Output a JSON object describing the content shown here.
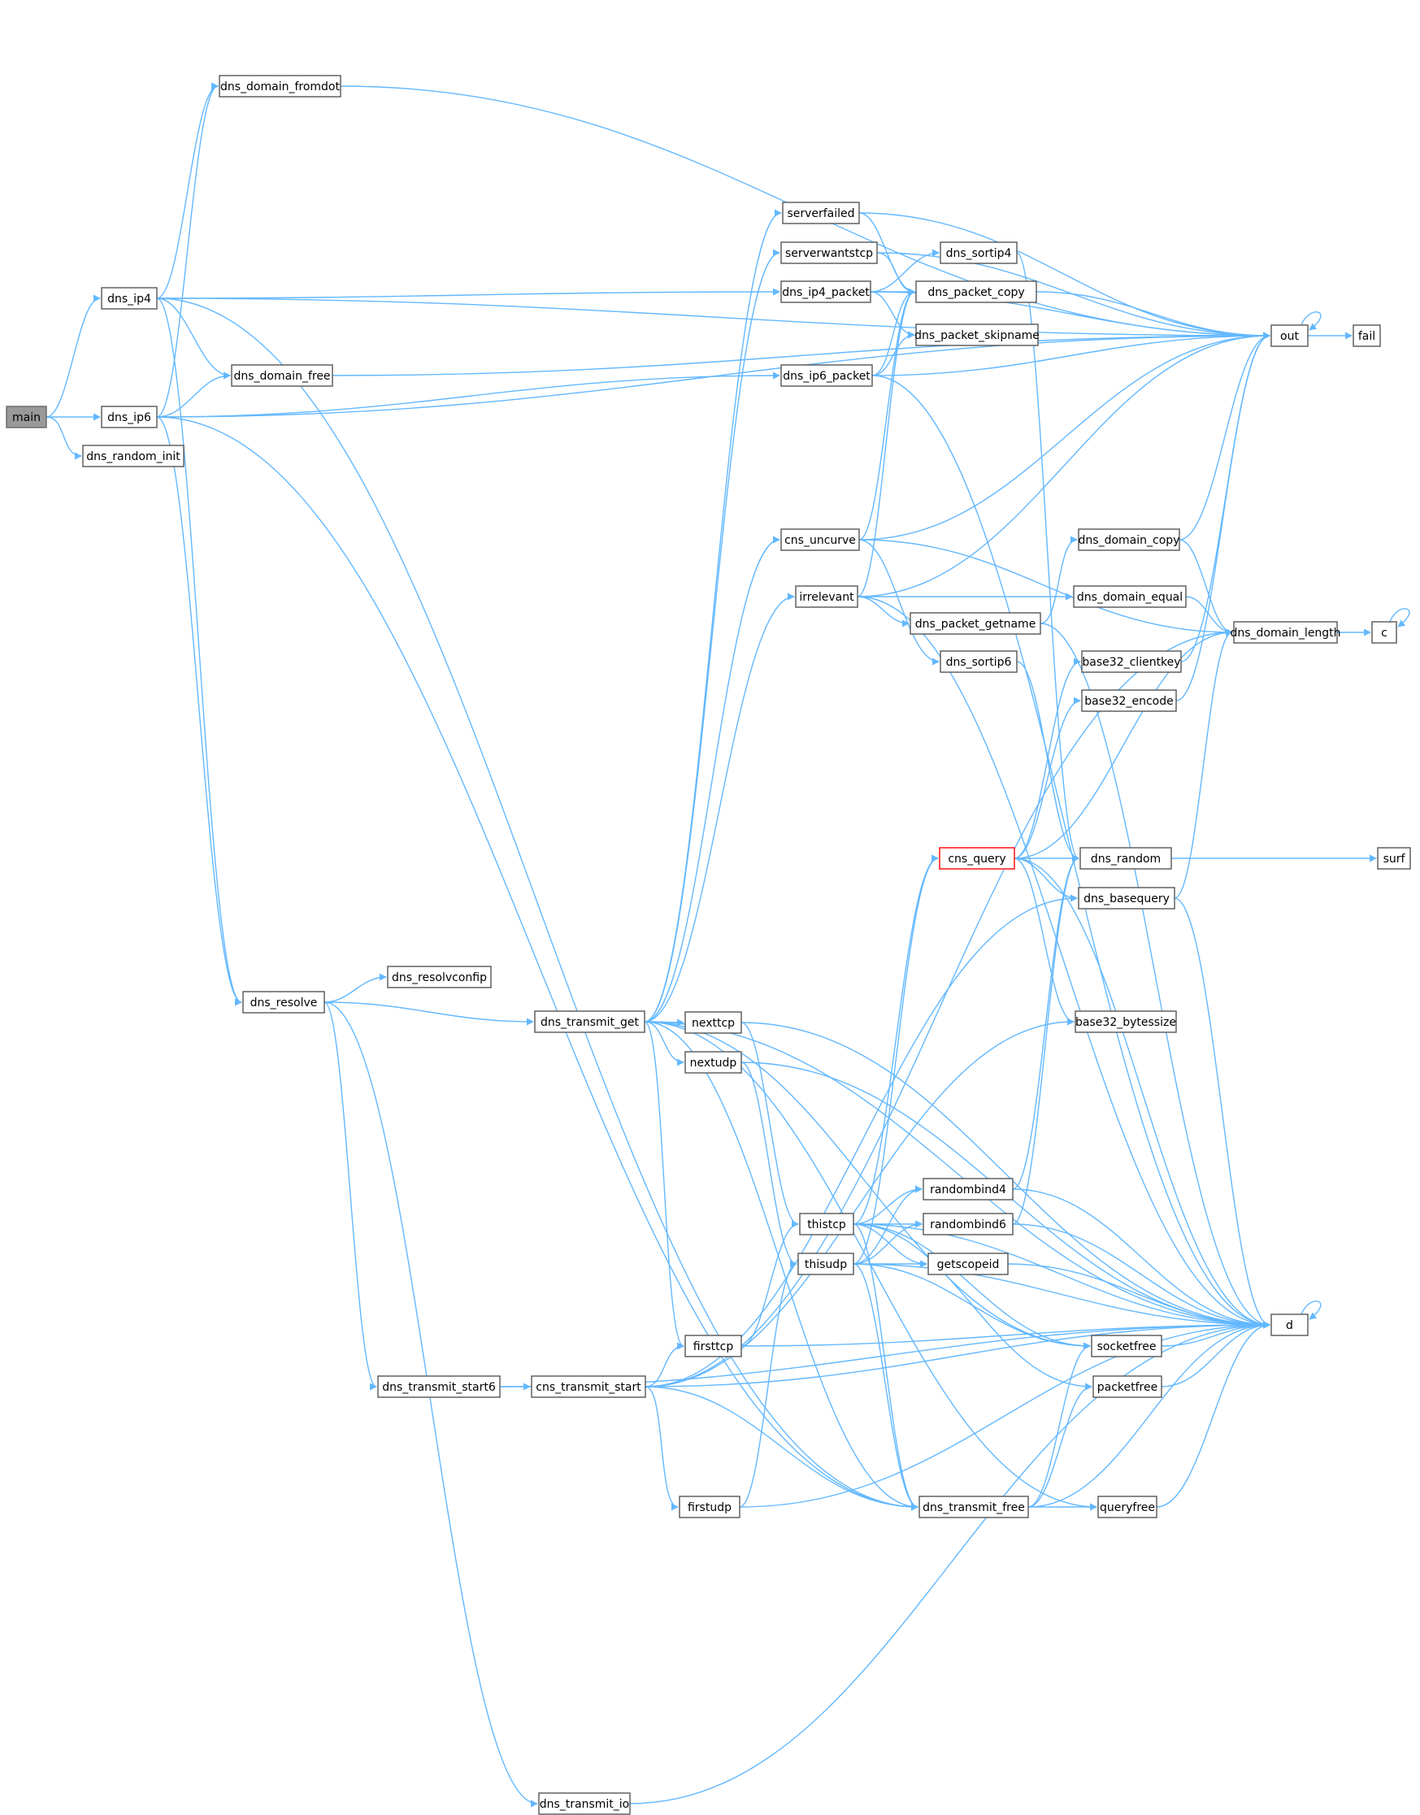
{
  "diagram": {
    "colors": {
      "edge": "#63b8ff",
      "node_border": "#555555",
      "root_fill": "#999999",
      "highlight_border": "#ff0000"
    },
    "root": "main",
    "highlighted": "cns_query",
    "nodes": [
      "main",
      "dns_ip4",
      "dns_ip6",
      "dns_random_init",
      "dns_domain_fromdot",
      "dns_domain_free",
      "dns_resolve",
      "dns_resolvconfip",
      "dns_transmit_start6",
      "dns_transmit_io",
      "dns_transmit_get",
      "cns_transmit_start",
      "serverfailed",
      "serverwantstcp",
      "dns_ip4_packet",
      "dns_ip6_packet",
      "cns_uncurve",
      "irrelevant",
      "nexttcp",
      "nextudp",
      "thistcp",
      "thisudp",
      "firsttcp",
      "firstudp",
      "dns_sortip4",
      "dns_packet_copy",
      "dns_packet_skipname",
      "dns_domain_copy",
      "dns_domain_equal",
      "dns_packet_getname",
      "dns_sortip6",
      "cns_query",
      "randombind4",
      "randombind6",
      "getscopeid",
      "dns_transmit_free",
      "base32_clientkey",
      "base32_encode",
      "dns_random",
      "dns_basequery",
      "base32_bytessize",
      "socketfree",
      "packetfree",
      "queryfree",
      "out",
      "fail",
      "dns_domain_length",
      "c",
      "surf",
      "d"
    ],
    "edges": [
      [
        "main",
        "dns_ip4"
      ],
      [
        "main",
        "dns_ip6"
      ],
      [
        "main",
        "dns_random_init"
      ],
      [
        "dns_ip4",
        "out"
      ],
      [
        "dns_ip4",
        "dns_domain_fromdot"
      ],
      [
        "dns_ip4",
        "dns_ip4_packet"
      ],
      [
        "dns_ip4",
        "dns_domain_free"
      ],
      [
        "dns_ip4",
        "dns_transmit_free"
      ],
      [
        "dns_ip4",
        "dns_resolve"
      ],
      [
        "dns_ip6",
        "dns_domain_fromdot"
      ],
      [
        "dns_ip6",
        "dns_domain_free"
      ],
      [
        "dns_ip6",
        "dns_ip6_packet"
      ],
      [
        "dns_ip6",
        "out"
      ],
      [
        "dns_ip6",
        "dns_resolve"
      ],
      [
        "dns_ip6",
        "dns_transmit_free"
      ],
      [
        "dns_domain_fromdot",
        "out"
      ],
      [
        "dns_domain_free",
        "out"
      ],
      [
        "dns_resolve",
        "dns_resolvconfip"
      ],
      [
        "dns_resolve",
        "dns_transmit_get"
      ],
      [
        "dns_resolve",
        "dns_transmit_start6"
      ],
      [
        "dns_resolve",
        "dns_transmit_io"
      ],
      [
        "dns_transmit_start6",
        "cns_transmit_start"
      ],
      [
        "dns_transmit_start6",
        "d"
      ],
      [
        "dns_transmit_io",
        "d"
      ],
      [
        "dns_transmit_get",
        "serverfailed"
      ],
      [
        "dns_transmit_get",
        "serverwantstcp"
      ],
      [
        "dns_transmit_get",
        "cns_uncurve"
      ],
      [
        "dns_transmit_get",
        "irrelevant"
      ],
      [
        "dns_transmit_get",
        "nexttcp"
      ],
      [
        "dns_transmit_get",
        "nextudp"
      ],
      [
        "dns_transmit_get",
        "firsttcp"
      ],
      [
        "dns_transmit_get",
        "dns_transmit_free"
      ],
      [
        "dns_transmit_get",
        "socketfree"
      ],
      [
        "dns_transmit_get",
        "queryfree"
      ],
      [
        "dns_transmit_get",
        "d"
      ],
      [
        "cns_transmit_start",
        "dns_domain_length"
      ],
      [
        "cns_transmit_start",
        "dns_basequery"
      ],
      [
        "cns_transmit_start",
        "base32_bytessize"
      ],
      [
        "cns_transmit_start",
        "firsttcp"
      ],
      [
        "cns_transmit_start",
        "firstudp"
      ],
      [
        "cns_transmit_start",
        "dns_transmit_free"
      ],
      [
        "cns_transmit_start",
        "d"
      ],
      [
        "serverfailed",
        "out"
      ],
      [
        "serverfailed",
        "dns_packet_copy"
      ],
      [
        "serverwantstcp",
        "out"
      ],
      [
        "serverwantstcp",
        "dns_packet_copy"
      ],
      [
        "dns_ip4_packet",
        "out"
      ],
      [
        "dns_ip4_packet",
        "dns_sortip4"
      ],
      [
        "dns_ip4_packet",
        "dns_packet_copy"
      ],
      [
        "dns_ip4_packet",
        "dns_packet_skipname"
      ],
      [
        "dns_ip6_packet",
        "dns_packet_copy"
      ],
      [
        "dns_ip6_packet",
        "dns_packet_skipname"
      ],
      [
        "dns_ip6_packet",
        "out"
      ],
      [
        "dns_ip6_packet",
        "d"
      ],
      [
        "cns_uncurve",
        "dns_packet_copy"
      ],
      [
        "cns_uncurve",
        "out"
      ],
      [
        "cns_uncurve",
        "dns_domain_length"
      ],
      [
        "cns_uncurve",
        "dns_sortip6"
      ],
      [
        "irrelevant",
        "dns_packet_copy"
      ],
      [
        "irrelevant",
        "out"
      ],
      [
        "irrelevant",
        "dns_domain_equal"
      ],
      [
        "irrelevant",
        "dns_packet_getname"
      ],
      [
        "irrelevant",
        "d"
      ],
      [
        "nexttcp",
        "thistcp"
      ],
      [
        "nexttcp",
        "d"
      ],
      [
        "nextudp",
        "thisudp"
      ],
      [
        "nextudp",
        "d"
      ],
      [
        "thistcp",
        "cns_query"
      ],
      [
        "thistcp",
        "randombind4"
      ],
      [
        "thistcp",
        "randombind6"
      ],
      [
        "thistcp",
        "getscopeid"
      ],
      [
        "thistcp",
        "socketfree"
      ],
      [
        "thistcp",
        "packetfree"
      ],
      [
        "thistcp",
        "dns_transmit_free"
      ],
      [
        "thistcp",
        "d"
      ],
      [
        "thisudp",
        "cns_query"
      ],
      [
        "thisudp",
        "randombind4"
      ],
      [
        "thisudp",
        "randombind6"
      ],
      [
        "thisudp",
        "getscopeid"
      ],
      [
        "thisudp",
        "socketfree"
      ],
      [
        "thisudp",
        "dns_transmit_free"
      ],
      [
        "thisudp",
        "d"
      ],
      [
        "firsttcp",
        "thistcp"
      ],
      [
        "firsttcp",
        "d"
      ],
      [
        "firstudp",
        "thisudp"
      ],
      [
        "firstudp",
        "d"
      ],
      [
        "dns_sortip4",
        "dns_random"
      ],
      [
        "dns_packet_copy",
        "out"
      ],
      [
        "dns_domain_copy",
        "out"
      ],
      [
        "dns_domain_copy",
        "dns_domain_length"
      ],
      [
        "dns_domain_equal",
        "dns_domain_length"
      ],
      [
        "dns_packet_getname",
        "dns_domain_copy"
      ],
      [
        "dns_packet_getname",
        "d"
      ],
      [
        "dns_sortip6",
        "dns_random"
      ],
      [
        "cns_query",
        "base32_clientkey"
      ],
      [
        "cns_query",
        "base32_encode"
      ],
      [
        "cns_query",
        "dns_random"
      ],
      [
        "cns_query",
        "dns_basequery"
      ],
      [
        "cns_query",
        "dns_domain_length"
      ],
      [
        "cns_query",
        "base32_bytessize"
      ],
      [
        "cns_query",
        "d"
      ],
      [
        "randombind4",
        "dns_random"
      ],
      [
        "randombind4",
        "d"
      ],
      [
        "randombind6",
        "dns_random"
      ],
      [
        "randombind6",
        "d"
      ],
      [
        "getscopeid",
        "d"
      ],
      [
        "dns_transmit_free",
        "socketfree"
      ],
      [
        "dns_transmit_free",
        "packetfree"
      ],
      [
        "dns_transmit_free",
        "queryfree"
      ],
      [
        "dns_transmit_free",
        "d"
      ],
      [
        "base32_clientkey",
        "out"
      ],
      [
        "base32_encode",
        "out"
      ],
      [
        "dns_random",
        "surf"
      ],
      [
        "dns_basequery",
        "dns_domain_length"
      ],
      [
        "dns_basequery",
        "d"
      ],
      [
        "socketfree",
        "d"
      ],
      [
        "packetfree",
        "d"
      ],
      [
        "queryfree",
        "d"
      ],
      [
        "out",
        "fail"
      ],
      [
        "out",
        "out"
      ],
      [
        "dns_domain_length",
        "c"
      ],
      [
        "c",
        "c"
      ],
      [
        "d",
        "d"
      ]
    ]
  }
}
